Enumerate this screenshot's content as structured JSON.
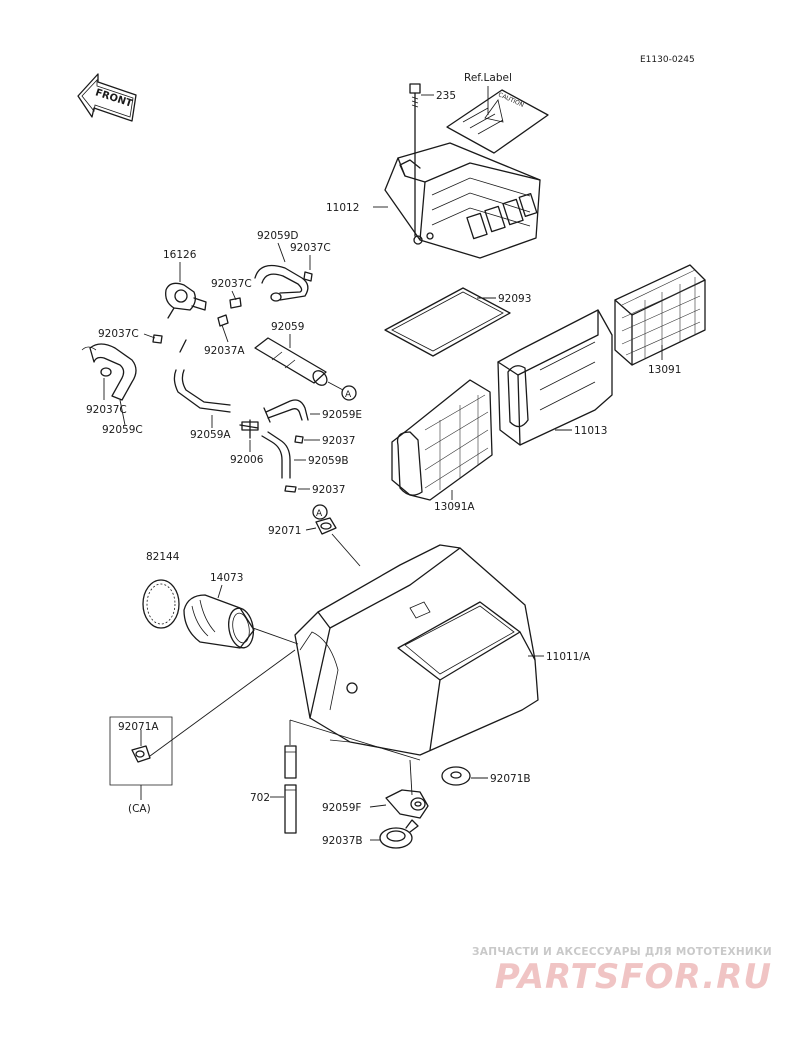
{
  "diagram": {
    "code": "E1130-0245",
    "front_label": "FRONT",
    "ref_label": "Ref.Label",
    "ref_label_text": "CAUTION",
    "variant_label": "(CA)",
    "callout_marker": "A",
    "parts": {
      "p235": "235",
      "p11012": "11012",
      "p92093": "92093",
      "p13091": "13091",
      "p11013": "11013",
      "p13091A": "13091A",
      "p92059D": "92059D",
      "p92037C_top": "92037C",
      "p16126": "16126",
      "p92037C_mid": "92037C",
      "p92059": "92059",
      "p92037C_left": "92037C",
      "p92037A": "92037A",
      "p92037C_low": "92037C",
      "p92059C": "92059C",
      "p92059A": "92059A",
      "p92059E": "92059E",
      "p92037_a": "92037",
      "p92006": "92006",
      "p92059B": "92059B",
      "p92037_b": "92037",
      "p92071": "92071",
      "p82144": "82144",
      "p14073": "14073",
      "p11011A": "11011/A",
      "p92071A": "92071A",
      "p92071B": "92071B",
      "p702": "702",
      "p92059F": "92059F",
      "p92037B": "92037B"
    }
  },
  "watermark": {
    "caption": "ЗАПЧАСТИ И АКСЕССУАРЫ ДЛЯ МОТОТЕХНИКИ",
    "logo": "PARTSFOR.RU",
    "color": "#e39a9a"
  }
}
